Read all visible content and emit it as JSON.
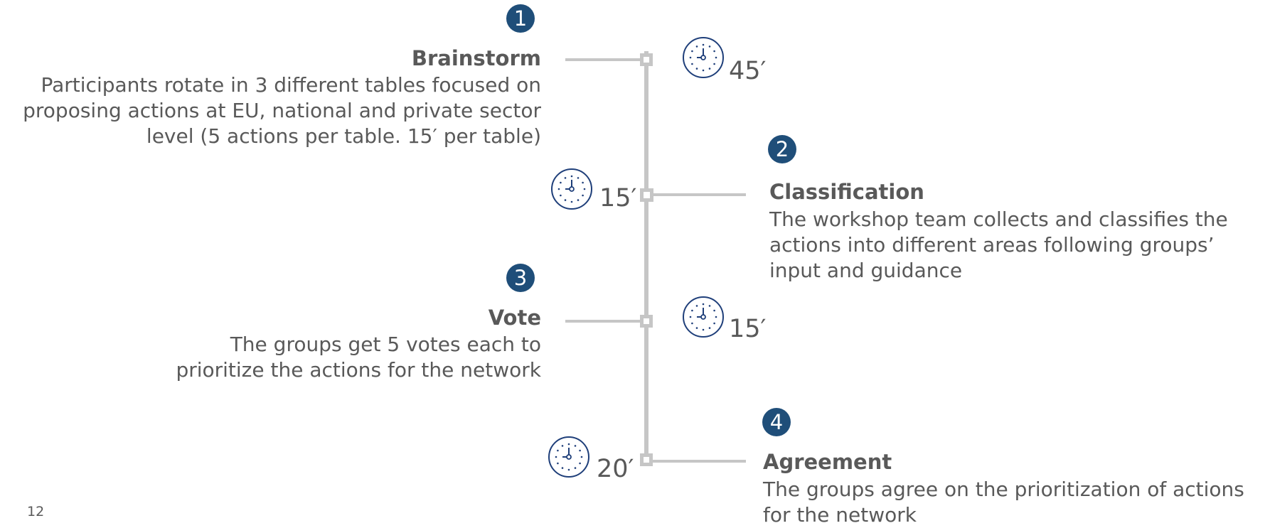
{
  "steps": [
    {
      "number": "1",
      "title": "Brainstorm",
      "duration": "45′",
      "description": "Participants rotate in 3 different tables focused on proposing actions at EU, national and private sector level (5 actions per table. 15′ per table)"
    },
    {
      "number": "2",
      "title": "Classification",
      "duration": "15′",
      "description": "The workshop team collects and classifies the actions into different areas following groups’ input and guidance"
    },
    {
      "number": "3",
      "title": "Vote",
      "duration": "15′",
      "description": "The groups get 5 votes each to prioritize the actions for the network"
    },
    {
      "number": "4",
      "title": "Agreement",
      "duration": "20′",
      "description": "The groups agree on the prioritization of actions for the network"
    }
  ],
  "icons": {
    "clock": "clock-icon",
    "node": "square-node"
  },
  "colors": {
    "badge": "#1f4e79",
    "line": "#c6c6c6",
    "text": "#595959",
    "clock": "#1f3f7a"
  },
  "page_number": "12"
}
